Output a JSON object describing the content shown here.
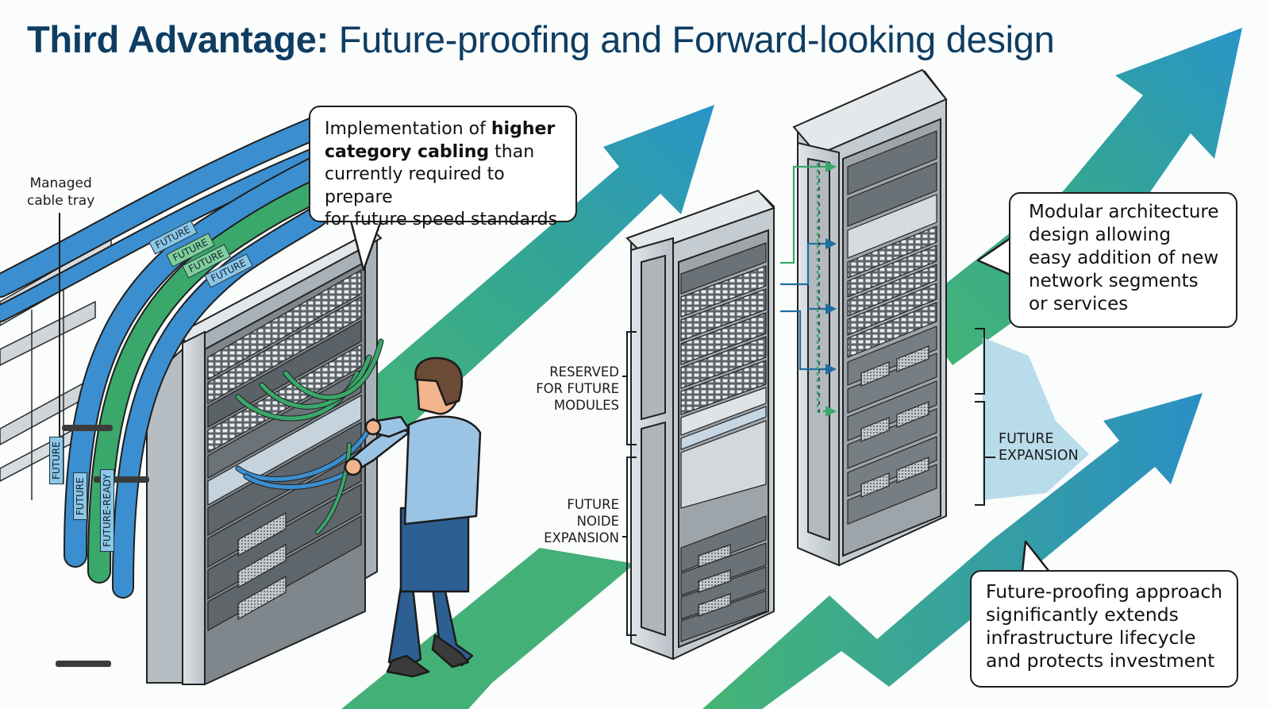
{
  "title": {
    "bold": "Third Advantage:",
    "rest": "Future-proofing and Forward-looking design"
  },
  "callouts": {
    "cabling": {
      "line1_pre": "Implementation of ",
      "line1_bold": "higher",
      "line2_bold": "category cabling",
      "line2_post": " than",
      "line3": "currently required to prepare",
      "line4": "for future speed standards"
    },
    "modular": {
      "lines": [
        "Modular architecture",
        "design allowing",
        "easy addition of new",
        "network segments",
        "or services"
      ]
    },
    "lifecycle": {
      "lines": [
        "Future-proofing approach",
        "significantly extends",
        "infrastructure lifecycle",
        "and protects investment"
      ]
    }
  },
  "labels": {
    "cable_tray": [
      "Managed",
      "cable tray"
    ],
    "reserved": [
      "RESERVED",
      "FOR FUTURE",
      "MODULES"
    ],
    "node_expansion": [
      "FUTURE",
      "NOIDE",
      "EXPANSION"
    ],
    "future_expansion": [
      "FUTURE",
      "EXPANSION"
    ]
  },
  "cable_tags": {
    "horizontal": [
      "FUTURE",
      "FUTURE",
      "FUTURE",
      "FUTURE"
    ],
    "vertical": [
      "FUTURE",
      "FUTURE",
      "FUTURE-READY"
    ]
  },
  "colors": {
    "title": "#0e3d62",
    "arrow_green": "#3fb07a",
    "arrow_blue": "#2a94c6",
    "cable_blue": "#3b8fd0",
    "cable_green": "#3aa86a",
    "rack_gray": "#c9cfd4",
    "expansion_fill": "#b9dcea"
  }
}
